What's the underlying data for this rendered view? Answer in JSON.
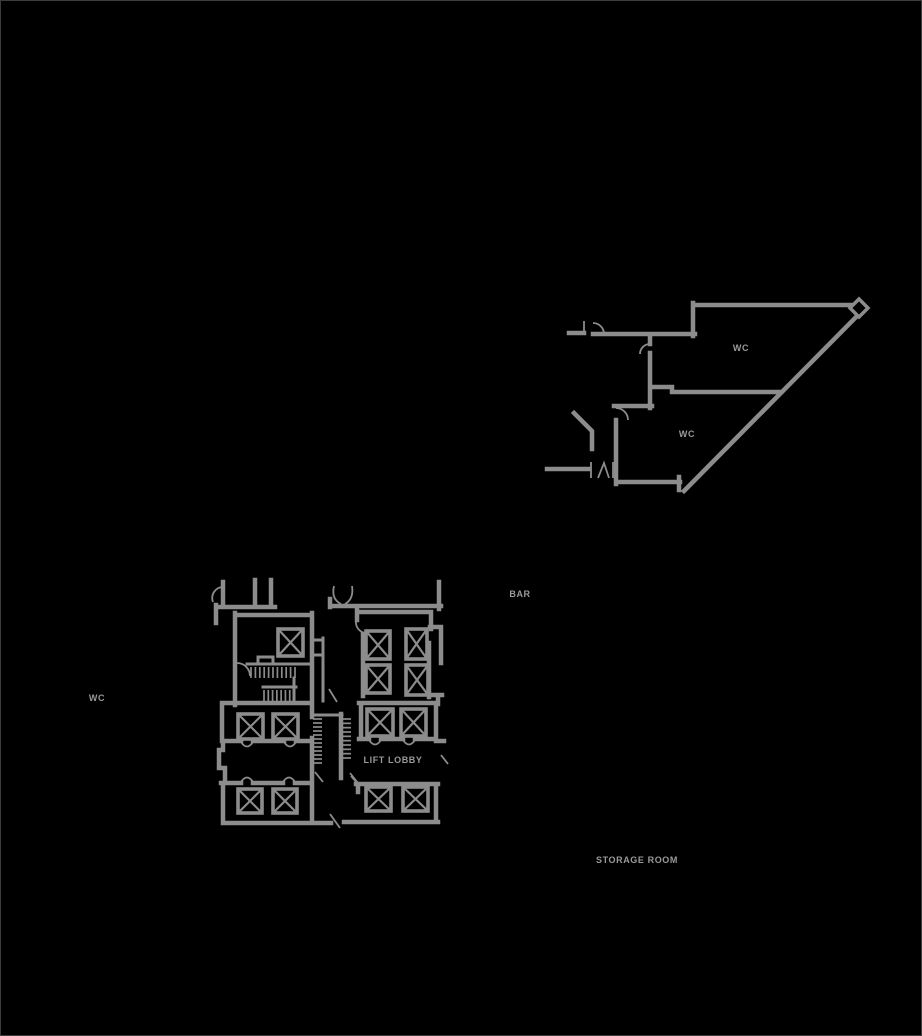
{
  "colors": {
    "background": "#000000",
    "wall": "#8c8c8c",
    "label": "#9a9a9a",
    "border": "#3c3c3c"
  },
  "upper_plan": {
    "wc_room_1": "WC",
    "wc_room_2": "WC"
  },
  "main_plan": {
    "lift_lobby": "LIFT LOBBY"
  },
  "floating_labels": {
    "bar": "BAR",
    "wc": "WC",
    "storage_room": "STORAGE ROOM"
  },
  "icons": {
    "elevator_shaft": "crossed-box",
    "stair_treads": "comb-lines",
    "column_marker": "diamond",
    "door_swing": "quarter-arc"
  }
}
